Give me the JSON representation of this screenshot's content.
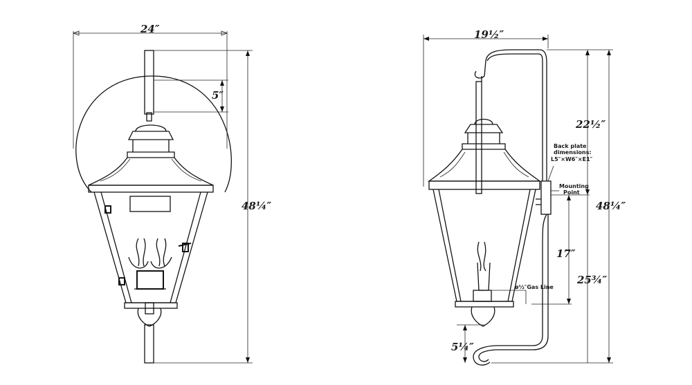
{
  "front_view": {
    "width_label": "24″",
    "gap_label": "5″",
    "height_label": "48¼″"
  },
  "side_view": {
    "depth_label": "19½″",
    "upper_label": "22½″",
    "total_height_label": "48¼″",
    "mount_height_label": "17″",
    "lower_label": "25¾″",
    "hook_label": "5¼″",
    "backplate_note": [
      "Back plate",
      "dimensions:",
      "L5″×W6″×E1″"
    ],
    "mounting_note": [
      "Mounting",
      "Point"
    ],
    "gas_line_label": "ø½″Gas Line"
  },
  "colors": {
    "line": "#111111",
    "background": "#ffffff"
  }
}
